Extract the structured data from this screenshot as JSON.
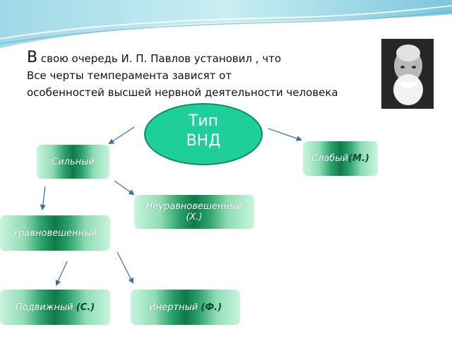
{
  "intro": {
    "first_letter": "В",
    "line1_rest": " свою очередь И. П. Павлов установил , что",
    "line2": "Все черты темперамента зависят от",
    "line3": "особенностей высшей нервной деятельности человека"
  },
  "center": {
    "line1": "Тип",
    "line2": "ВНД"
  },
  "nodes": {
    "strong": {
      "label": "Сильный"
    },
    "weak": {
      "label": "Слабый",
      "code": "(М.)"
    },
    "unbalanced": {
      "label": "Неуравновешенный",
      "code": "(Х.)"
    },
    "balanced": {
      "label": "Уравновешенный"
    },
    "mobile": {
      "label": "Подвижный",
      "code": "(С.)"
    },
    "inert": {
      "label": "Инертный",
      "code": "(Ф.)"
    }
  },
  "colors": {
    "ellipse": "#1fcf9a",
    "arrow": "#3a6ea8",
    "box_dark": "#0f7a48",
    "box_light": "#c8f5de"
  }
}
